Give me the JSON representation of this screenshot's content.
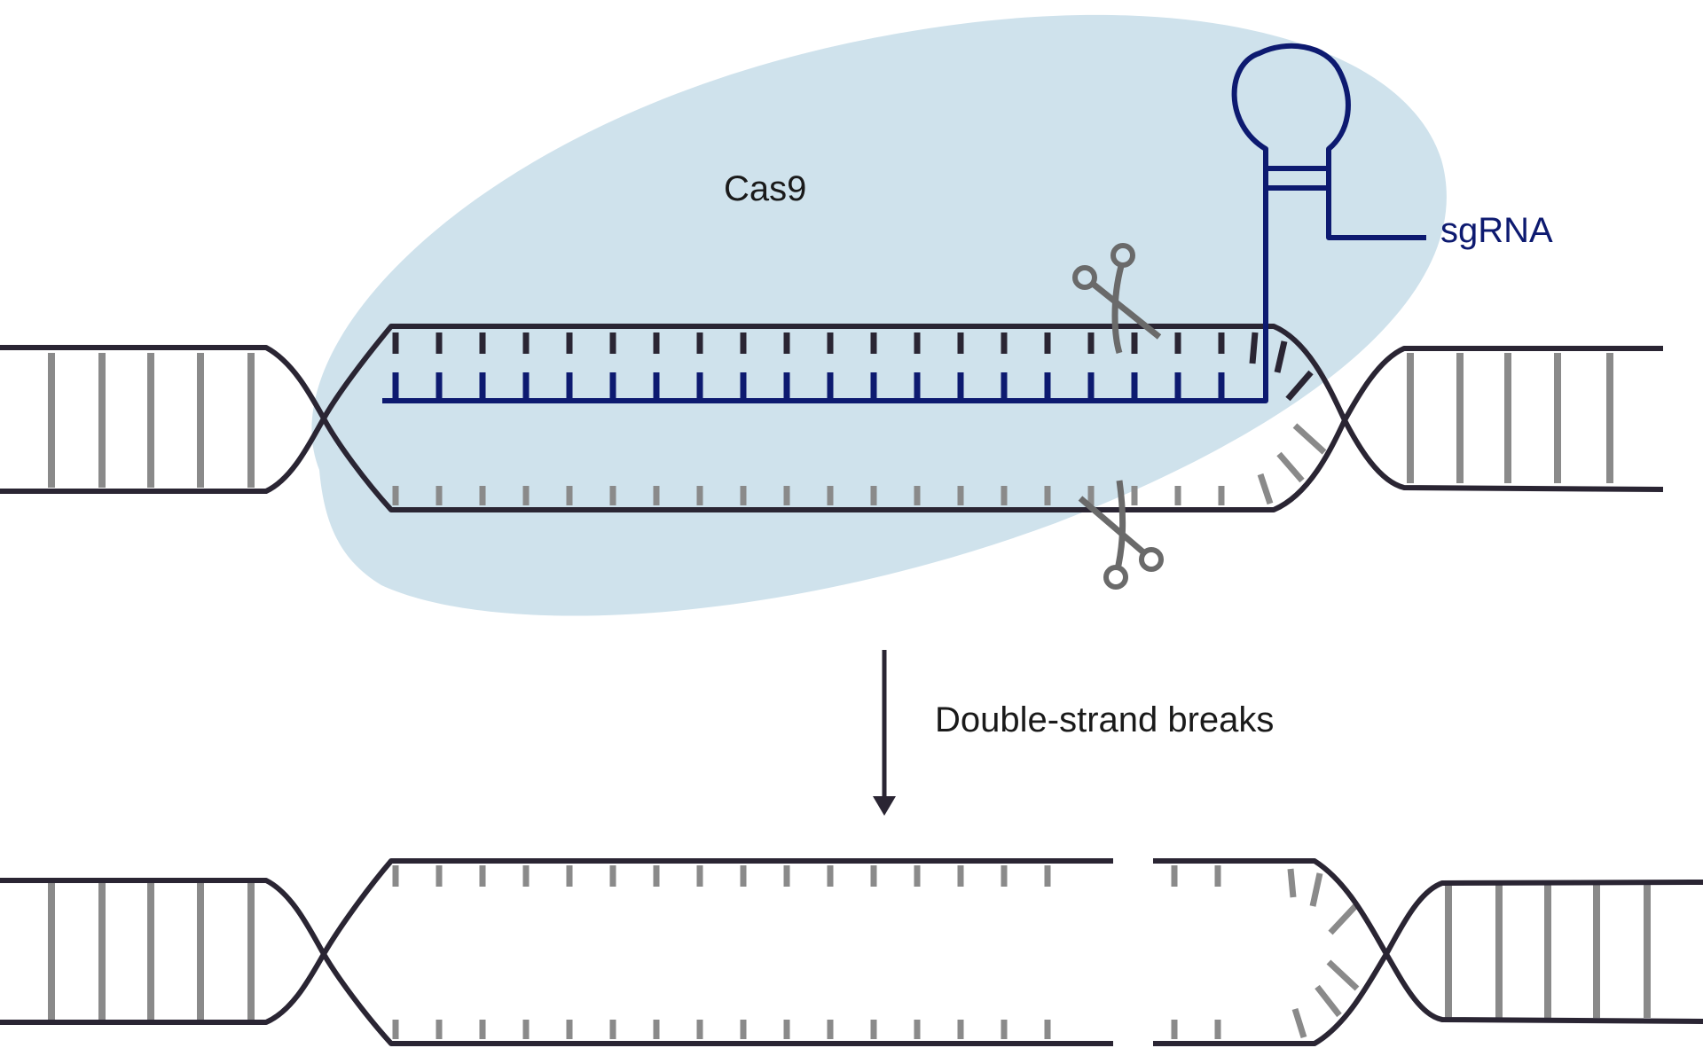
{
  "labels": {
    "cas9": "Cas9",
    "sgrna": "sgRNA",
    "step": "Double-strand breaks"
  },
  "colors": {
    "strand": "#2a2533",
    "rung": "#8a8a8a",
    "sgrna": "#0d1a70",
    "cas9_fill": "#cfe2ec",
    "scissors": "#6a6a6a"
  },
  "icons": [
    "scissors-icon",
    "arrow-down-icon"
  ]
}
